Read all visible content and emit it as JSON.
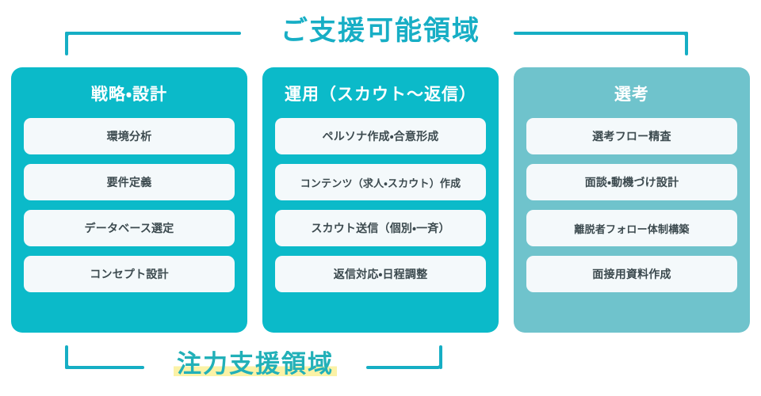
{
  "top_label": "ご支援可能領域",
  "bottom_label": "注力支援領域",
  "colors": {
    "accent_strong": "#0BBAC9",
    "accent_muted": "#6FC3CC",
    "bracket": "#16AEC4",
    "title_top": "#17AEC5",
    "title_bottom": "#22B0B8",
    "highlight": "#FBF2A6",
    "pill_background": "#F4F9FB",
    "pill_text": "#3C4A4F"
  },
  "columns": [
    {
      "header": "戦略・設計",
      "emphasis": "strong",
      "items": [
        "環境分析",
        "要件定義",
        "データベース選定",
        "コンセプト設計"
      ]
    },
    {
      "header": "運用（スカウト〜返信）",
      "emphasis": "strong",
      "items": [
        "ペルソナ作成・合意形成",
        "コンテンツ（求人・スカウト）作成",
        "スカウト送信（個別・一斉）",
        "返信対応・日程調整"
      ]
    },
    {
      "header": "選考",
      "emphasis": "muted",
      "items": [
        "選考フロー精査",
        "面談・動機づけ設計",
        "離脱者フォロー体制構築",
        "面接用資料作成"
      ]
    }
  ]
}
